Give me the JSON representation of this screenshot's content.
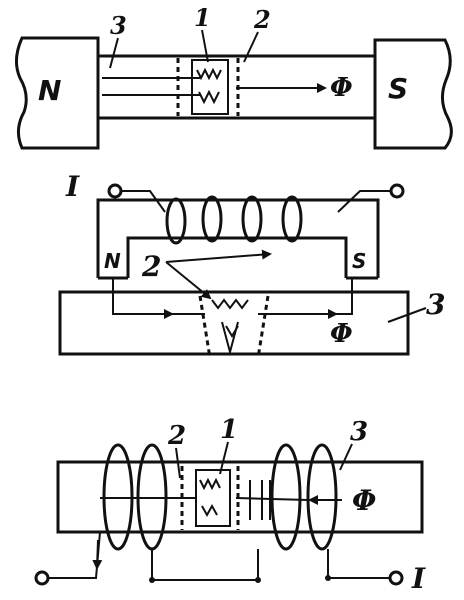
{
  "fig1": {
    "north": "N",
    "south": "S",
    "flux": "Φ",
    "label_1": "1",
    "label_2": "2",
    "label_3": "3"
  },
  "fig2": {
    "current": "I",
    "north": "N",
    "south": "S",
    "flux": "Φ",
    "label_2": "2",
    "label_3": "3"
  },
  "fig3": {
    "current": "I",
    "flux": "Φ",
    "label_1": "1",
    "label_2": "2",
    "label_3": "3"
  }
}
